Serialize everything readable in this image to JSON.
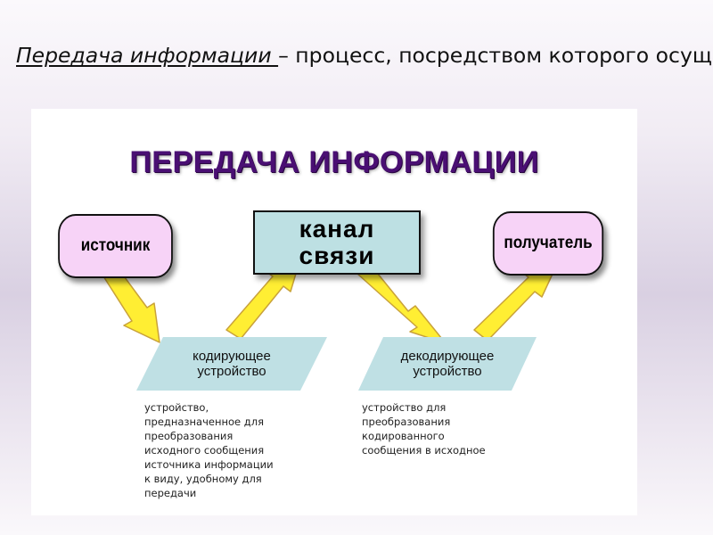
{
  "definition": {
    "term": "Передача информации ",
    "rest": "– процесс, посредством которого осуществляется перемещение информации"
  },
  "diagram": {
    "title": "ПЕРЕДАЧА ИНФОРМАЦИИ",
    "source": "источник",
    "channel_line1": "канал",
    "channel_line2": "связи",
    "receiver": "получатель",
    "encoder_line1": "кодирующее",
    "encoder_line2": "устройство",
    "decoder_line1": "декодирующее",
    "decoder_line2": "устройство",
    "encoder_note": "устройство,\nпредназначенное для\nпреобразования\nисходного сообщения\nисточника информации\nк виду, удобному для\nпередачи",
    "decoder_note": "устройство для\nпреобразования\nкодированного\nсообщения в исходное"
  },
  "colors": {
    "title": "#4a0f73",
    "node_pink": "#f7d3f7",
    "node_blue": "#bde0e3",
    "arrow_fill": "#ffee33",
    "arrow_stroke": "#c9a23a"
  }
}
